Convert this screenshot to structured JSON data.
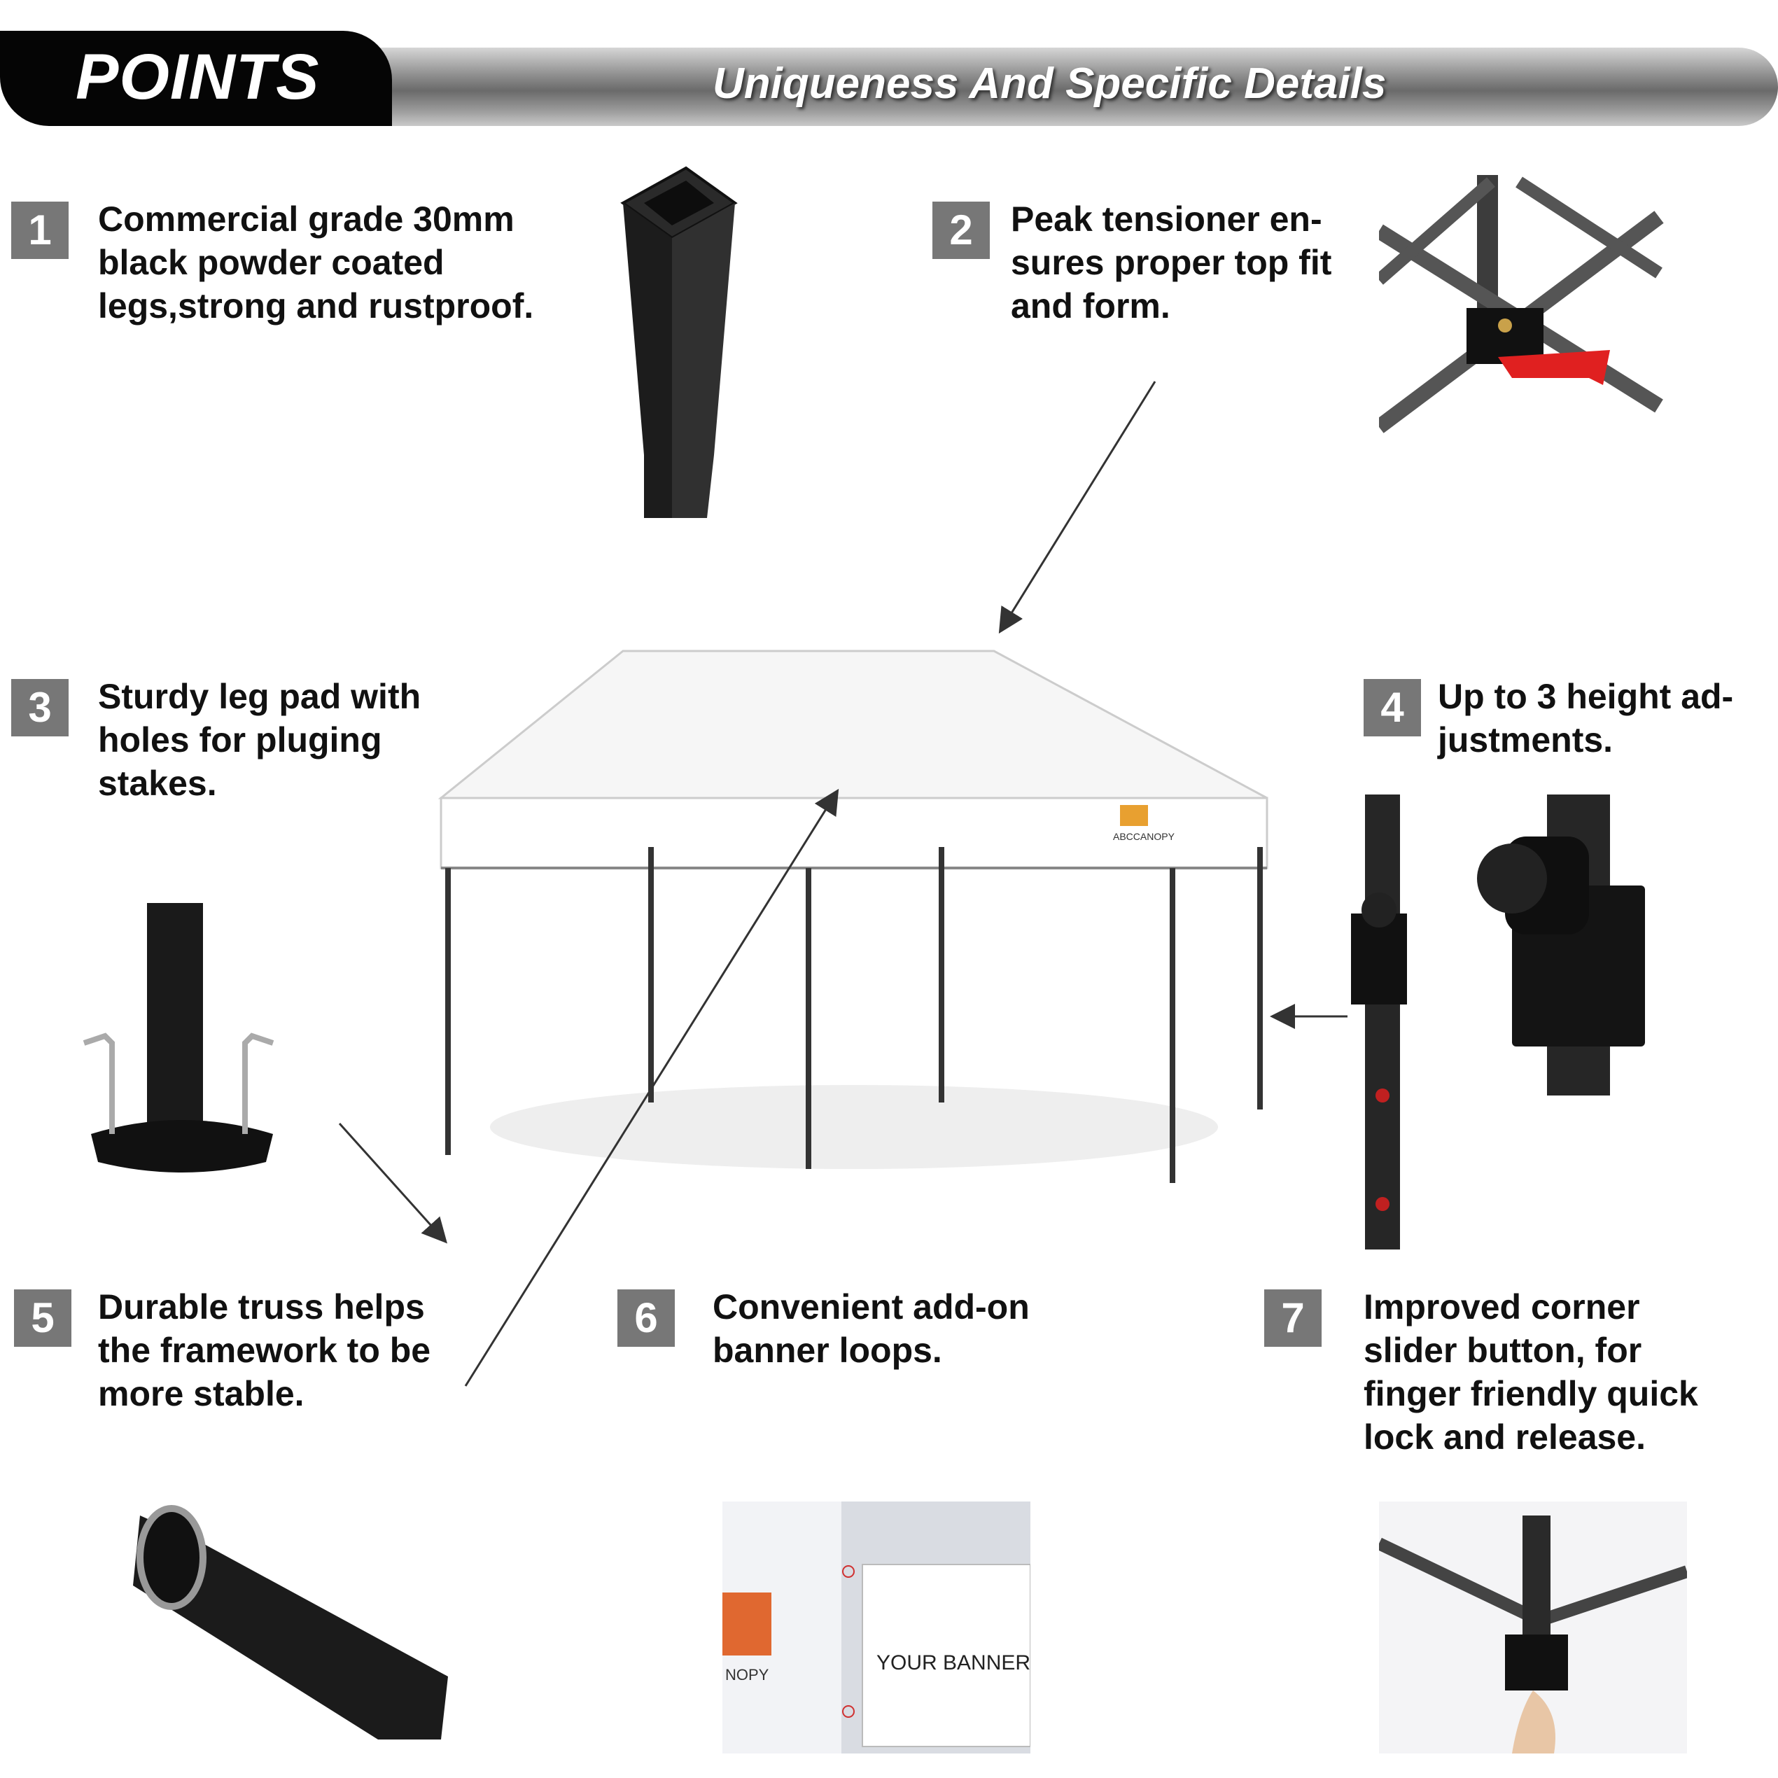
{
  "header": {
    "tab_label": "POINTS",
    "title": "Uniqueness And Specific Details"
  },
  "features": [
    {
      "number": "1",
      "lines": [
        "Commercial grade 30mm",
        "black powder coated",
        "legs,strong and rustproof."
      ]
    },
    {
      "number": "2",
      "lines": [
        "Peak tensioner en-",
        "sures proper top fit",
        "and form."
      ]
    },
    {
      "number": "3",
      "lines": [
        "Sturdy leg pad with",
        "holes for pluging",
        "stakes."
      ]
    },
    {
      "number": "4",
      "lines": [
        "Up to 3 height ad-",
        "justments."
      ]
    },
    {
      "number": "5",
      "lines": [
        "Durable truss helps",
        "the framework to be",
        "more stable."
      ]
    },
    {
      "number": "6",
      "lines": [
        "Convenient add-on",
        "banner loops."
      ]
    },
    {
      "number": "7",
      "lines": [
        "Improved corner",
        "slider button, for",
        "finger friendly quick",
        "lock and release."
      ]
    }
  ],
  "canopy_brand": "ABCCANOPY",
  "banner_sample": {
    "text": "YOUR BANNER",
    "logo_fragment": "NOPY"
  },
  "colors": {
    "badge": "#777777",
    "frame": "#1a1a1a",
    "tensioner_red": "#e02020",
    "canopy": "#ffffff"
  }
}
